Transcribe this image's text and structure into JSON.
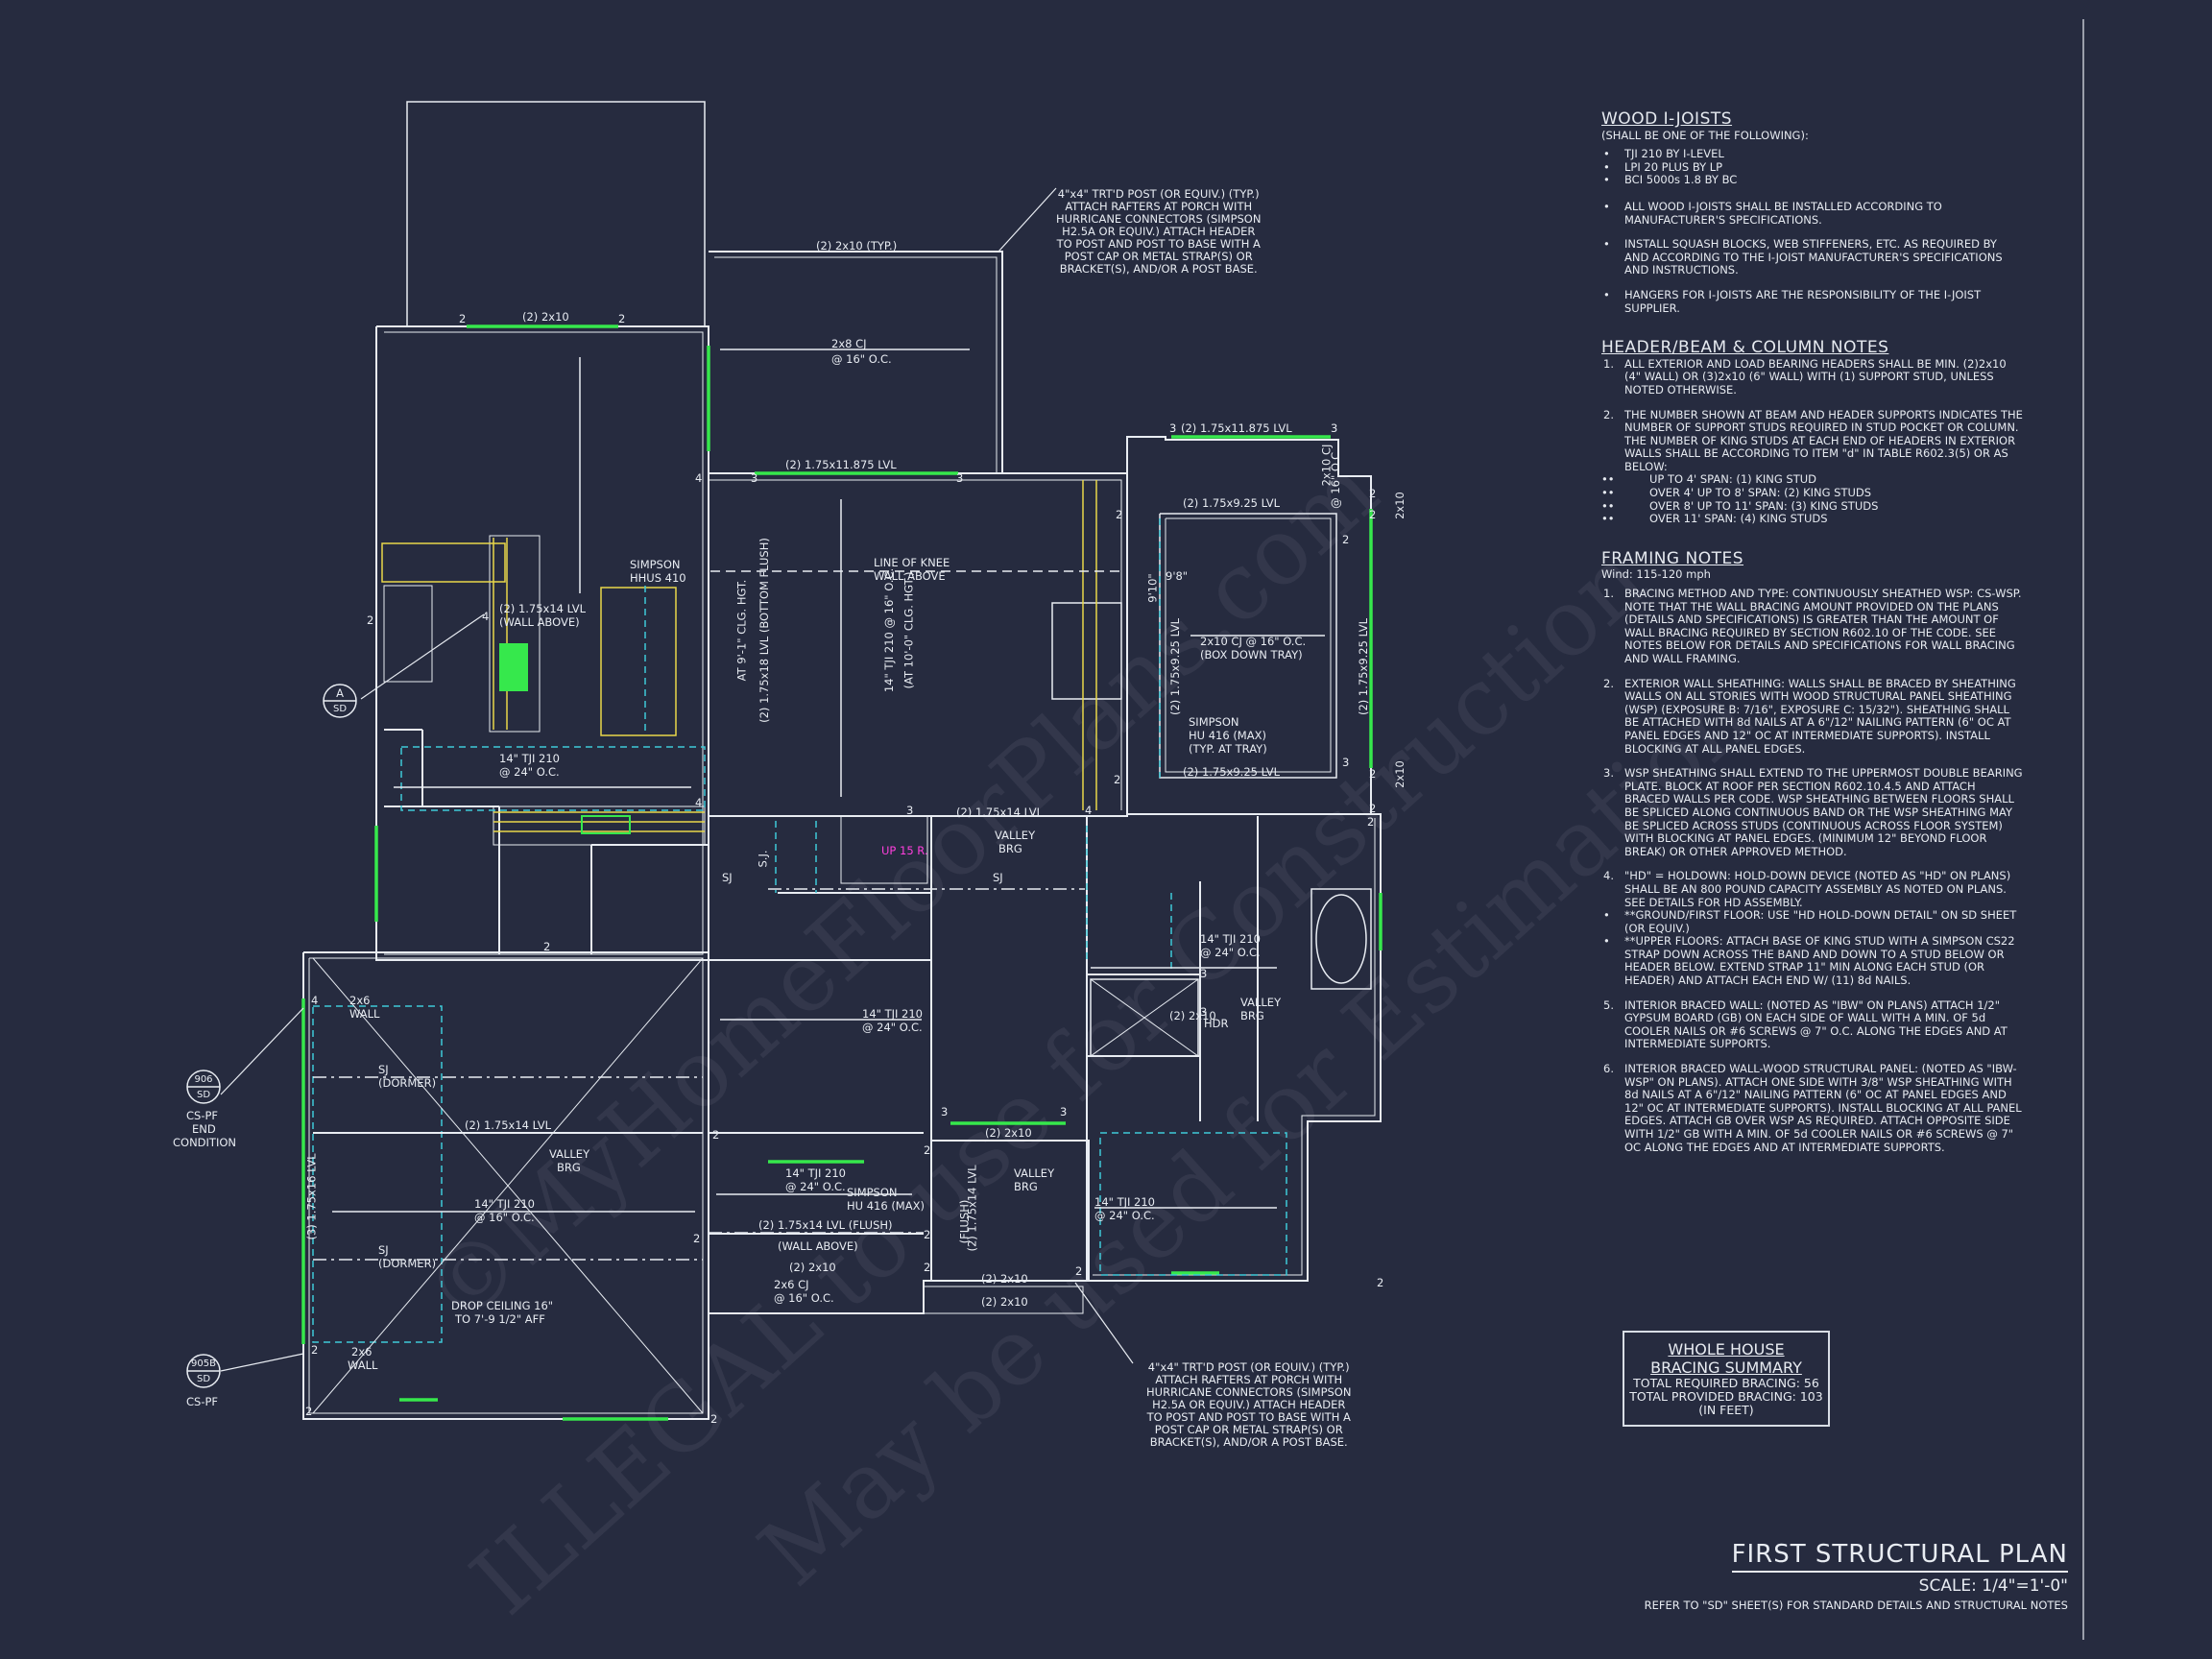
{
  "watermark": [
    "©MyHomeFloorPlans.com",
    "ILLEGAL to use for Construction",
    "May be used for Estimation"
  ],
  "notes": {
    "ijoists": {
      "title": "WOOD I-JOISTS",
      "subtitle": "(SHALL BE ONE OF THE FOLLOWING):",
      "list": [
        "TJI 210 BY I-LEVEL",
        "LPI 20 PLUS BY LP",
        "BCI 5000s 1.8 BY BC"
      ],
      "items": [
        "ALL WOOD I-JOISTS SHALL BE INSTALLED ACCORDING TO MANUFACTURER'S SPECIFICATIONS.",
        "INSTALL SQUASH BLOCKS, WEB STIFFENERS, ETC. AS REQUIRED BY AND ACCORDING TO THE I-JOIST MANUFACTURER'S SPECIFICATIONS AND INSTRUCTIONS.",
        "HANGERS FOR I-JOISTS ARE THE RESPONSIBILITY OF THE I-JOIST SUPPLIER."
      ]
    },
    "header": {
      "title": "HEADER/BEAM & COLUMN NOTES",
      "items": [
        "ALL EXTERIOR AND LOAD BEARING HEADERS SHALL BE MIN. (2)2x10 (4\" WALL) OR (3)2x10 (6\" WALL) WITH (1) SUPPORT STUD, UNLESS NOTED OTHERWISE.",
        "THE NUMBER SHOWN AT BEAM AND HEADER SUPPORTS INDICATES THE NUMBER OF SUPPORT STUDS REQUIRED IN STUD POCKET OR COLUMN. THE NUMBER OF KING STUDS AT EACH END OF HEADERS IN EXTERIOR WALLS SHALL BE ACCORDING TO ITEM \"d\" IN TABLE R602.3(5) OR AS BELOW:"
      ],
      "sublist": [
        "UP TO 4' SPAN: (1) KING STUD",
        "OVER 4' UP TO 8' SPAN: (2) KING STUDS",
        "OVER 8' UP TO 11' SPAN: (3) KING STUDS",
        "OVER 11' SPAN: (4) KING STUDS"
      ]
    },
    "framing": {
      "title": "FRAMING NOTES",
      "subtitle": "Wind: 115-120 mph",
      "items": [
        "BRACING METHOD AND TYPE: CONTINUOUSLY SHEATHED WSP: CS-WSP. NOTE THAT THE WALL BRACING AMOUNT PROVIDED ON THE PLANS (DETAILS AND SPECIFICATIONS) IS GREATER THAN THE AMOUNT OF WALL BRACING REQUIRED BY SECTION R602.10 OF THE CODE. SEE NOTES BELOW FOR DETAILS AND SPECIFICATIONS FOR WALL BRACING AND WALL FRAMING.",
        "EXTERIOR WALL SHEATHING: WALLS SHALL BE BRACED BY SHEATHING WALLS ON ALL STORIES WITH WOOD STRUCTURAL PANEL SHEATHING (WSP) (EXPOSURE B: 7/16\", EXPOSURE C: 15/32\"). SHEATHING SHALL BE ATTACHED WITH 8d NAILS AT A 6\"/12\" NAILING PATTERN (6\" OC AT PANEL EDGES AND 12\" OC AT INTERMEDIATE SUPPORTS). INSTALL BLOCKING AT ALL PANEL EDGES.",
        "WSP SHEATHING SHALL EXTEND TO THE UPPERMOST DOUBLE BEARING PLATE. BLOCK AT ROOF PER SECTION R602.10.4.5 AND ATTACH BRACED WALLS PER CODE. WSP SHEATHING BETWEEN FLOORS SHALL BE SPLICED ALONG CONTINUOUS BAND OR THE WSP SHEATHING MAY BE SPLICED ACROSS STUDS (CONTINUOUS ACROSS FLOOR SYSTEM) WITH BLOCKING AT PANEL EDGES. (MINIMUM 12\" BEYOND FLOOR BREAK) OR OTHER APPROVED METHOD.",
        "\"HD\" = HOLDOWN: HOLD-DOWN DEVICE (NOTED AS \"HD\" ON PLANS) SHALL BE AN 800 POUND CAPACITY ASSEMBLY AS NOTED ON PLANS. SEE DETAILS FOR HD ASSEMBLY.",
        "INTERIOR BRACED WALL: (NOTED AS \"IBW\" ON PLANS) ATTACH 1/2\" GYPSUM BOARD (GB) ON EACH SIDE OF WALL WITH A MIN. OF 5d COOLER NAILS OR #6 SCREWS @ 7\" O.C. ALONG THE EDGES AND AT INTERMEDIATE SUPPORTS.",
        "INTERIOR BRACED WALL-WOOD STRUCTURAL PANEL: (NOTED AS \"IBW-WSP\" ON PLANS). ATTACH ONE SIDE WITH 3/8\" WSP SHEATHING WITH 8d NAILS AT A 6\"/12\" NAILING PATTERN (6\" OC AT PANEL EDGES AND 12\" OC AT INTERMEDIATE SUPPORTS). INSTALL BLOCKING AT ALL PANEL EDGES. ATTACH GB OVER WSP AS REQUIRED. ATTACH OPPOSITE SIDE WITH 1/2\" GB WITH A MIN. OF 5d COOLER NAILS OR #6 SCREWS @ 7\" OC ALONG THE EDGES AND AT INTERMEDIATE SUPPORTS."
      ],
      "hd_sub": [
        "**GROUND/FIRST FLOOR: USE \"HD HOLD-DOWN DETAIL\" ON SD SHEET (OR EQUIV.)",
        "**UPPER FLOORS: ATTACH BASE OF KING STUD WITH A SIMPSON CS22 STRAP DOWN ACROSS THE BAND AND DOWN TO A STUD BELOW OR HEADER BELOW. EXTEND STRAP 11\" MIN ALONG EACH STUD (OR HEADER) AND ATTACH EACH END W/ (11) 8d NAILS."
      ]
    }
  },
  "summary": {
    "title1": "WHOLE HOUSE",
    "title2": "BRACING SUMMARY",
    "required": "TOTAL REQUIRED BRACING: 56",
    "provided": "TOTAL PROVIDED BRACING: 103",
    "unit": "(IN FEET)"
  },
  "titleblock": {
    "title": "FIRST STRUCTURAL PLAN",
    "scale": "SCALE: 1/4\"=1'-0\"",
    "ref": "REFER TO \"SD\" SHEET(S) FOR STANDARD DETAILS AND STRUCTURAL NOTES"
  },
  "callouts": {
    "porch_top": [
      "4\"x4\" TRT'D POST (OR EQUIV.) (TYP.)",
      "ATTACH RAFTERS AT PORCH WITH",
      "HURRICANE CONNECTORS (SIMPSON",
      "H2.5A OR EQUIV.) ATTACH HEADER",
      "TO POST AND POST TO BASE WITH A",
      "POST CAP OR METAL STRAP(S) OR",
      "BRACKET(S), AND/OR A POST BASE."
    ],
    "porch_bottom": [
      "4\"x4\" TRT'D POST (OR EQUIV.) (TYP.)",
      "ATTACH RAFTERS AT PORCH WITH",
      "HURRICANE CONNECTORS (SIMPSON",
      "H2.5A OR EQUIV.) ATTACH HEADER",
      "TO POST AND POST TO BASE WITH A",
      "POST CAP OR METAL STRAP(S) OR",
      "BRACKET(S), AND/OR A POST BASE."
    ]
  },
  "labels": [
    {
      "t": "(2) 2x10 (TYP.)"
    },
    {
      "t": "2x8 CJ"
    },
    {
      "t": "@ 16\" O.C."
    },
    {
      "t": "(2) 2x10"
    },
    {
      "t": "(2) 1.75x11.875 LVL"
    },
    {
      "t": "(2) 1.75x11.875 LVL"
    },
    {
      "t": "(2) 1.75x9.25 LVL"
    },
    {
      "t": "(2) 1.75x9.25 LVL"
    },
    {
      "t": "LINE OF KNEE"
    },
    {
      "t": "WALL ABOVE"
    },
    {
      "t": "SIMPSON"
    },
    {
      "t": "HHUS 410"
    },
    {
      "t": "(2) 1.75x14 LVL"
    },
    {
      "t": "(WALL ABOVE)"
    },
    {
      "t": "14\" TJI 210"
    },
    {
      "t": "@ 24\" O.C."
    },
    {
      "t": "2x10 CJ @ 16\" O.C."
    },
    {
      "t": "(BOX DOWN TRAY)"
    },
    {
      "t": "SIMPSON"
    },
    {
      "t": "HU 416 (MAX)"
    },
    {
      "t": "(TYP. AT TRAY)"
    },
    {
      "t": "(2) 1.75x14 LVL"
    },
    {
      "t": "VALLEY"
    },
    {
      "t": "BRG"
    },
    {
      "t": "SJ"
    },
    {
      "t": "SJ"
    },
    {
      "t": "UP 15 R."
    },
    {
      "t": "14\" TJI 210"
    },
    {
      "t": "@ 24\" O.C."
    },
    {
      "t": "14\" TJI 210"
    },
    {
      "t": "@ 24\" O.C."
    },
    {
      "t": "VALLEY"
    },
    {
      "t": "BRG"
    },
    {
      "t": "2x6"
    },
    {
      "t": "WALL"
    },
    {
      "t": "SJ"
    },
    {
      "t": "(DORMER)"
    },
    {
      "t": "(2) 1.75x14 LVL"
    },
    {
      "t": "VALLEY"
    },
    {
      "t": "BRG"
    },
    {
      "t": "14\" TJI 210"
    },
    {
      "t": "@ 16\" O.C."
    },
    {
      "t": "SJ"
    },
    {
      "t": "(DORMER)"
    },
    {
      "t": "DROP CEILING 16\""
    },
    {
      "t": "TO 7'-9 1/2\" AFF"
    },
    {
      "t": "2x6"
    },
    {
      "t": "WALL"
    },
    {
      "t": "14\" TJI 210"
    },
    {
      "t": "@ 24\" O.C."
    },
    {
      "t": "SIMPSON"
    },
    {
      "t": "HU 416 (MAX)"
    },
    {
      "t": "(2) 1.75x14 LVL (FLUSH)"
    },
    {
      "t": "(WALL ABOVE)"
    },
    {
      "t": "(2) 2x10"
    },
    {
      "t": "2x6 CJ"
    },
    {
      "t": "@ 16\" O.C."
    },
    {
      "t": "(2) 2x10"
    },
    {
      "t": "VALLEY"
    },
    {
      "t": "BRG"
    },
    {
      "t": "14\" TJI 210"
    },
    {
      "t": "@ 24\" O.C."
    },
    {
      "t": "(2) 2x10"
    },
    {
      "t": "(2) 2x10"
    },
    {
      "t": "CS-PF"
    },
    {
      "t": "END"
    },
    {
      "t": "CONDITION"
    },
    {
      "t": "CS-PF"
    },
    {
      "t": "(3) 1.75x16 LVL"
    },
    {
      "t": "(2) 1.75x18 LVL (BOTTOM FLUSH)"
    },
    {
      "t": "AT 9'-1\" CLG. HGT."
    },
    {
      "t": "14\" TJI 210 @ 16\" O.C."
    },
    {
      "t": "(AT 10'-0\" CLG. HGT.)"
    },
    {
      "t": "(2) 1.75x9.25 LVL"
    },
    {
      "t": "(2) 1.75x9.25 LVL"
    },
    {
      "t": "2x10"
    },
    {
      "t": "2x10"
    },
    {
      "t": "2x10 CJ"
    },
    {
      "t": "@ 16\" O.C."
    },
    {
      "t": "(2) 2x10"
    },
    {
      "t": "HDR"
    },
    {
      "t": "(2) 1.75x14 LVL"
    },
    {
      "t": "(FLUSH)"
    },
    {
      "t": "S.J."
    },
    {
      "t": "9'10\""
    },
    {
      "t": "9'8\""
    }
  ],
  "markers": [
    {
      "top": "A",
      "bot": "SD"
    },
    {
      "top": "906",
      "bot": "SD"
    },
    {
      "top": "905B",
      "bot": "SD"
    }
  ],
  "support_counts": [
    "2",
    "2",
    "3",
    "3",
    "3",
    "3",
    "4",
    "4",
    "4",
    "2",
    "2",
    "2",
    "2",
    "2",
    "2",
    "2",
    "2",
    "3",
    "3",
    "3",
    "3",
    "4",
    "4",
    "2",
    "2",
    "2",
    "2",
    "2",
    "2",
    "3",
    "3",
    "2",
    "2",
    "2",
    "2",
    "2",
    "2"
  ]
}
